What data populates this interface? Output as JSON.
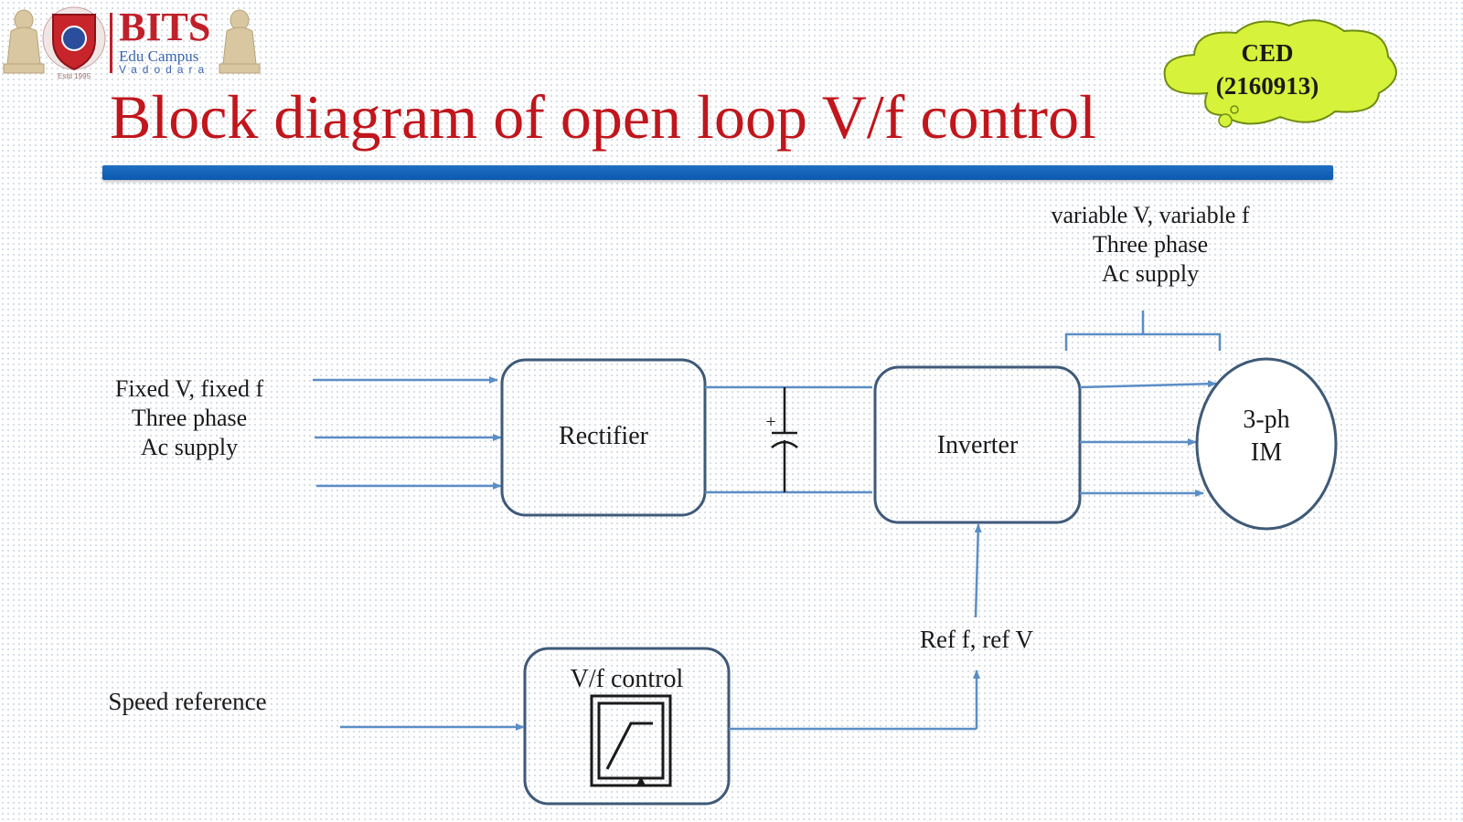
{
  "header": {
    "logo": {
      "brand": "BITS",
      "line1": "Edu Campus",
      "line2": "Vadodara",
      "seal_text": "Estd 1995"
    },
    "badge": {
      "line1": "CED",
      "line2": "(2160913)"
    },
    "title": "Block diagram of open loop V/f control",
    "colors": {
      "title": "#c0161c",
      "bar": "#0b59b0",
      "badge_fill": "#d6f23a"
    }
  },
  "diagram": {
    "input_label": [
      "Fixed V, fixed f",
      "Three phase",
      "Ac supply"
    ],
    "output_label": [
      "variable V, variable f",
      "Three phase",
      "Ac supply"
    ],
    "blocks": {
      "rectifier": "Rectifier",
      "inverter": "Inverter",
      "motor": [
        "3-ph",
        "IM"
      ],
      "vf_control": "V/f control"
    },
    "capacitor_sign": "+",
    "speed_reference": "Speed reference",
    "reference_label": "Ref f, ref V",
    "colors": {
      "block_border": "#3f5a78",
      "wire": "#5b8ec6"
    }
  }
}
